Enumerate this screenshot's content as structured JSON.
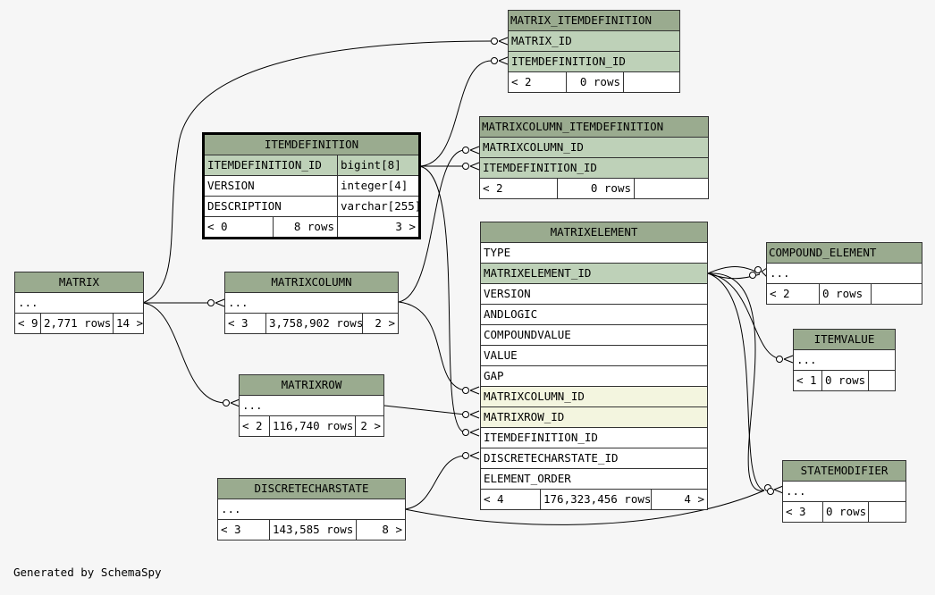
{
  "caption": "Generated by SchemaSpy",
  "colors": {
    "background": "#f6f6f6",
    "header": "#9aab8f",
    "primary_key_row": "#bed1b8",
    "foreign_key_row": "#f3f5df",
    "line": "#333333"
  },
  "tables": {
    "matrix_itemdefinition": {
      "name": "MATRIX_ITEMDEFINITION",
      "columns": [
        "MATRIX_ID",
        "ITEMDEFINITION_ID"
      ],
      "footer": [
        "< 2",
        "0 rows",
        ""
      ]
    },
    "matrixcolumn_itemdefinition": {
      "name": "MATRIXCOLUMN_ITEMDEFINITION",
      "columns": [
        "MATRIXCOLUMN_ID",
        "ITEMDEFINITION_ID"
      ],
      "footer": [
        "< 2",
        "0 rows",
        ""
      ]
    },
    "itemdefinition": {
      "name": "ITEMDEFINITION",
      "columns": [
        {
          "name": "ITEMDEFINITION_ID",
          "type": "bigint[8]"
        },
        {
          "name": "VERSION",
          "type": "integer[4]"
        },
        {
          "name": "DESCRIPTION",
          "type": "varchar[255]"
        }
      ],
      "footer": [
        "< 0",
        "8 rows",
        "3 >"
      ]
    },
    "matrix": {
      "name": "MATRIX",
      "columns": [
        "..."
      ],
      "footer": [
        "< 9",
        "2,771 rows",
        "14 >"
      ]
    },
    "matrixcolumn": {
      "name": "MATRIXCOLUMN",
      "columns": [
        "..."
      ],
      "footer": [
        "< 3",
        "3,758,902 rows",
        "2 >"
      ]
    },
    "matrixrow": {
      "name": "MATRIXROW",
      "columns": [
        "..."
      ],
      "footer": [
        "< 2",
        "116,740 rows",
        "2 >"
      ]
    },
    "discretecharstate": {
      "name": "DISCRETECHARSTATE",
      "columns": [
        "..."
      ],
      "footer": [
        "< 3",
        "143,585 rows",
        "8 >"
      ]
    },
    "matrixelement": {
      "name": "MATRIXELEMENT",
      "columns": [
        "TYPE",
        "MATRIXELEMENT_ID",
        "VERSION",
        "ANDLOGIC",
        "COMPOUNDVALUE",
        "VALUE",
        "GAP",
        "MATRIXCOLUMN_ID",
        "MATRIXROW_ID",
        "ITEMDEFINITION_ID",
        "DISCRETECHARSTATE_ID",
        "ELEMENT_ORDER"
      ],
      "footer": [
        "< 4",
        "176,323,456 rows",
        "4 >"
      ]
    },
    "compound_element": {
      "name": "COMPOUND_ELEMENT",
      "columns": [
        "..."
      ],
      "footer": [
        "< 2",
        "0 rows",
        ""
      ]
    },
    "itemvalue": {
      "name": "ITEMVALUE",
      "columns": [
        "..."
      ],
      "footer": [
        "< 1",
        "0 rows",
        ""
      ]
    },
    "statemodifier": {
      "name": "STATEMODIFIER",
      "columns": [
        "..."
      ],
      "footer": [
        "< 3",
        "0 rows",
        ""
      ]
    }
  }
}
